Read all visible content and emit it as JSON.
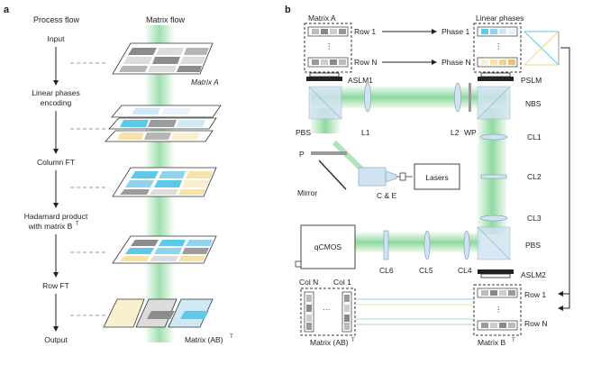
{
  "panel_a": {
    "letter": "a",
    "header_left": "Process flow",
    "header_right": "Matrix flow",
    "steps": [
      {
        "text": "Input"
      },
      {
        "text": "Linear phases",
        "text2": "encoding"
      },
      {
        "text": "Column FT"
      },
      {
        "text": "Hadamard product",
        "text2": "with matrix B",
        "sup": "T"
      },
      {
        "text": "Row FT"
      },
      {
        "text": "Output"
      }
    ],
    "label_matrix_a": "Matrix A",
    "label_matrix_ab": "Matrix (AB)",
    "label_matrix_ab_sup": "T"
  },
  "panel_b": {
    "letter": "b",
    "matrix_a_title": "Matrix A",
    "linear_phases_title": "Linear phases",
    "row1": "Row 1",
    "rowN": "Row N",
    "phase1": "Phase 1",
    "phaseN": "Phase N",
    "dots": "⋮",
    "aslm1": "ASLM1",
    "pslm": "PSLM",
    "nbs": "NBS",
    "pbs_top": "PBS",
    "l1": "L1",
    "l2": "L2",
    "wp": "WP",
    "cl1": "CL1",
    "cl2": "CL2",
    "cl3": "CL3",
    "p": "P",
    "lasers": "Lasers",
    "ce": "C & E",
    "mirror": "Mirror",
    "qcmos": "qCMOS",
    "cl6": "CL6",
    "cl5": "CL5",
    "cl4": "CL4",
    "pbs_bottom": "PBS",
    "aslm2": "ASLM2",
    "colN": "Col N",
    "col1": "Col 1",
    "hdots": "···",
    "row1_b": "Row 1",
    "rowN_b": "Row N",
    "matrix_ab": "Matrix (AB)",
    "matrix_ab_sup": "T",
    "matrix_b": "Matrix B",
    "matrix_b_sup": "T"
  },
  "colors": {
    "beam": "#8fd9a0",
    "beam_dark": "#5cc27a",
    "cyan": "#5cc8ea",
    "yellow": "#f6e2a6",
    "gray_dark": "#8c8c8c",
    "gray_mid": "#b5b5b5",
    "gray_light": "#dcdcdc",
    "optic": "#cfe3f1"
  }
}
